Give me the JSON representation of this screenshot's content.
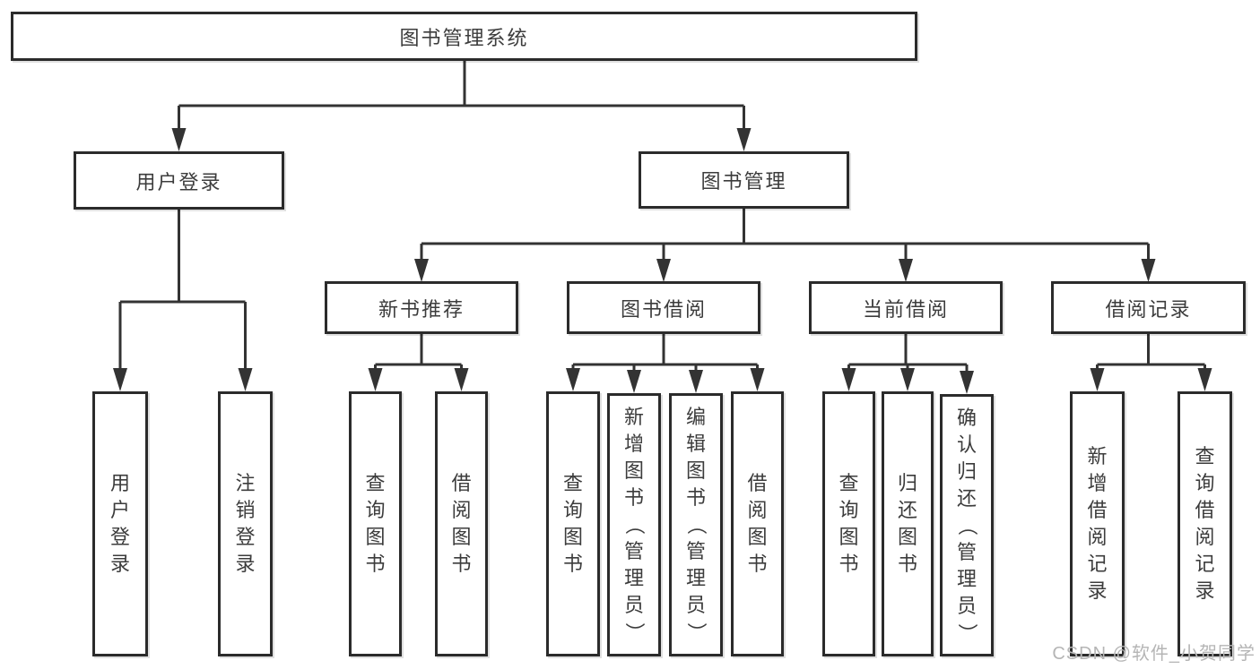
{
  "colors": {
    "line": "#333333",
    "border": "#2b2b2b",
    "background": "#ffffff",
    "text": "#3c3c3c",
    "watermark": "#b5b5b5"
  },
  "nodes": {
    "root": {
      "label": "图书管理系统"
    },
    "user_login": {
      "label": "用户登录"
    },
    "book_management": {
      "label": "图书管理"
    },
    "new_book_recommend": {
      "label": "新书推荐"
    },
    "book_borrowing": {
      "label": "图书借阅"
    },
    "current_borrowing": {
      "label": "当前借阅"
    },
    "borrowing_records": {
      "label": "借阅记录"
    },
    "leaf_user_login": {
      "label": "用户登录"
    },
    "leaf_logout": {
      "label": "注销登录"
    },
    "leaf_query_books_1": {
      "label": "查询图书"
    },
    "leaf_borrow_books_1": {
      "label": "借阅图书"
    },
    "leaf_query_books_2": {
      "label": "查询图书"
    },
    "leaf_add_book_admin": {
      "label": "新增图书（管理员）"
    },
    "leaf_edit_book_admin": {
      "label": "编辑图书（管理员）"
    },
    "leaf_borrow_books_2": {
      "label": "借阅图书"
    },
    "leaf_query_books_3": {
      "label": "查询图书"
    },
    "leaf_return_books": {
      "label": "归还图书"
    },
    "leaf_confirm_return_admin": {
      "label": "确认归还（管理员）"
    },
    "leaf_add_borrow_record": {
      "label": "新增借阅记录"
    },
    "leaf_query_borrow_record": {
      "label": "查询借阅记录"
    }
  },
  "hierarchy": {
    "root": "图书管理系统",
    "children": [
      {
        "label": "用户登录",
        "children": [
          "用户登录",
          "注销登录"
        ]
      },
      {
        "label": "图书管理",
        "children": [
          {
            "label": "新书推荐",
            "children": [
              "查询图书",
              "借阅图书"
            ]
          },
          {
            "label": "图书借阅",
            "children": [
              "查询图书",
              "新增图书（管理员）",
              "编辑图书（管理员）",
              "借阅图书"
            ]
          },
          {
            "label": "当前借阅",
            "children": [
              "查询图书",
              "归还图书",
              "确认归还（管理员）"
            ]
          },
          {
            "label": "借阅记录",
            "children": [
              "新增借阅记录",
              "查询借阅记录"
            ]
          }
        ]
      }
    ]
  },
  "watermark": {
    "text": "CSDN @软件_小贺同学"
  }
}
